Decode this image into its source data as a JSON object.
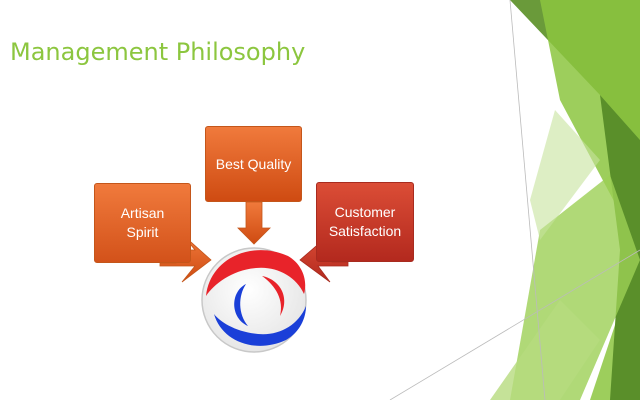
{
  "slide": {
    "title": "Management Philosophy"
  },
  "diagram": {
    "boxes": [
      {
        "id": "best-quality",
        "label": "Best Quality",
        "color": "#e8652a"
      },
      {
        "id": "artisan-spirit",
        "label": "Artisan\nSpirit",
        "color": "#e8652a"
      },
      {
        "id": "customer-satisfaction",
        "label": "Customer\nSatisfaction",
        "color": "#c9392a"
      }
    ],
    "center": {
      "icon": "company-logo-icon",
      "colors": [
        "#e8232a",
        "#1a3fd8"
      ]
    }
  },
  "colors": {
    "accent": "#8cc63f",
    "orange": "#e8652a",
    "red": "#c9392a"
  }
}
